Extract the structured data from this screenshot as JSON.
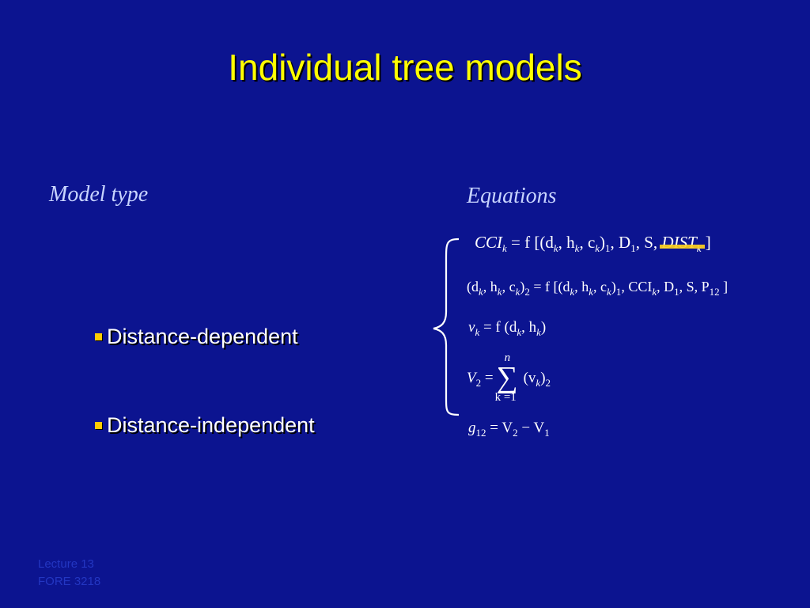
{
  "slide": {
    "title": "Individual tree models",
    "left_heading": "Model type",
    "right_heading": "Equations",
    "bullets": [
      "Distance-dependent",
      "Distance-independent"
    ],
    "footer": [
      "Lecture 13",
      "FORE 3218"
    ]
  },
  "equations": {
    "eq1": {
      "lhs": "CCI",
      "lhs_sub": "k",
      "rhs_pre": "= f [(d",
      "p1": "k",
      "p2": ", h",
      "p3": "k",
      "p4": ", c",
      "p5": "k",
      "p6": ")",
      "p7": "1",
      "p8": ", D",
      "p9": "1",
      "p10": ", S, ",
      "struck": "DIST",
      "p11": "k",
      "p12": " ]"
    },
    "eq2": {
      "text_a": "(d",
      "a1": "k",
      "text_b": ", h",
      "b1": "k",
      "text_c": ", c",
      "c1": "k",
      "text_d": ")",
      "d1": "2",
      "text_e": " = f [(d",
      "e1": "k",
      "text_f": ", h",
      "f1": "k",
      "text_g": ", c",
      "g1": "k",
      "text_h": ")",
      "h1": "1",
      "text_i": ", CCI",
      "i1": "k",
      "text_j": ", D",
      "j1": "1",
      "text_k": ", S, P",
      "k1": "12",
      "text_l": " ]"
    },
    "eq3": {
      "v": "v",
      "v_sub": "k",
      "rhs": " = f (d",
      "r1": "k",
      "rhs2": ", h",
      "r2": "k",
      "rhs3": ")"
    },
    "eq4": {
      "lhs": "V",
      "lhs_sub": "2",
      "eqs": " = ",
      "n": "n",
      "sigma": "∑",
      "k": "k =1",
      "term": "(v",
      "term_sub": "k",
      "close": ")",
      "close_sub": "2"
    },
    "eq5": {
      "g": "g",
      "g_sub": "12",
      "rhs": " = V",
      "r1": "2",
      "minus": " − V",
      "r2": "1"
    }
  }
}
